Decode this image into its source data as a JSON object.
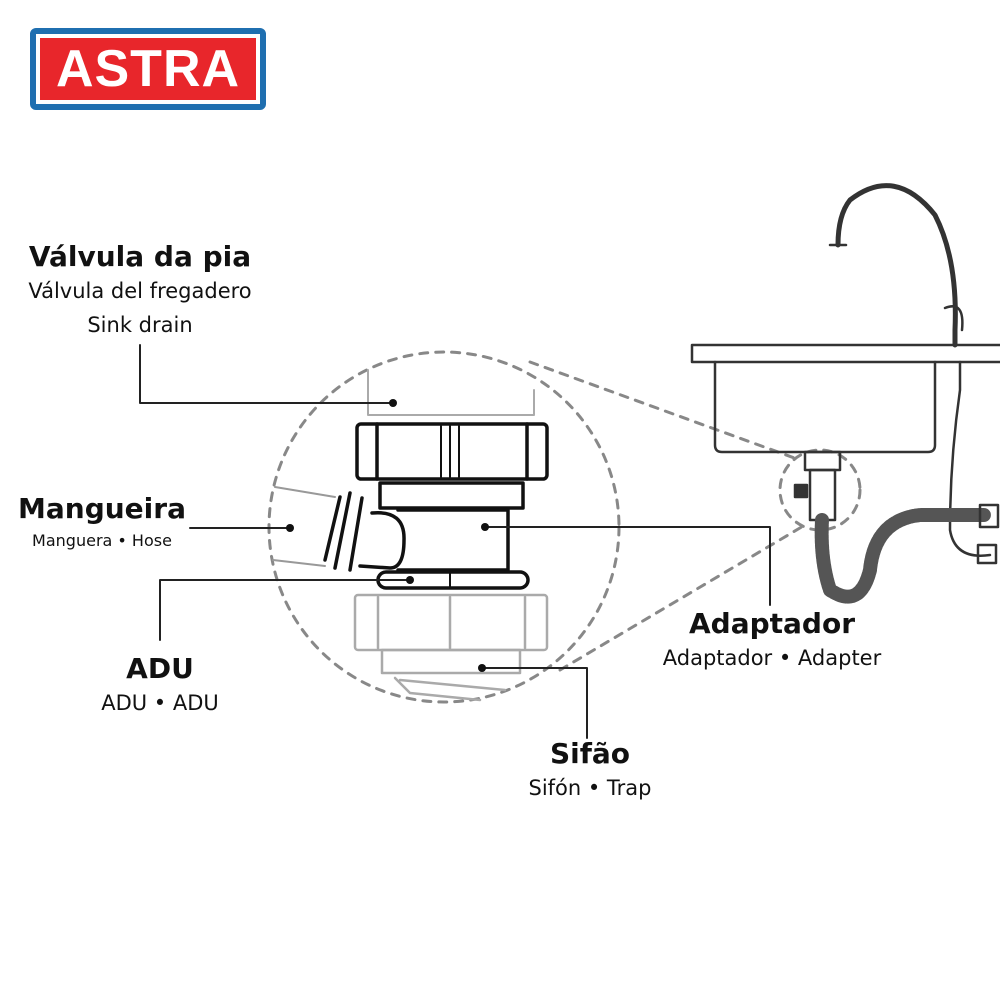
{
  "brand": {
    "logo_text": "ASTRA",
    "colors": {
      "red": "#e8262b",
      "blue": "#1f6fb0"
    }
  },
  "labels": {
    "sink_drain": {
      "title": "Válvula da pia",
      "line1": "Válvula del fregadero",
      "line2": "Sink drain"
    },
    "hose": {
      "title": "Mangueira",
      "line1": "Manguera •  Hose"
    },
    "adu": {
      "title": "ADU",
      "line1": "ADU • ADU"
    },
    "adapter": {
      "title": "Adaptador",
      "line1": "Adaptador • Adapter"
    },
    "trap": {
      "title": "Sifão",
      "line1": "Sifón • Trap"
    }
  }
}
